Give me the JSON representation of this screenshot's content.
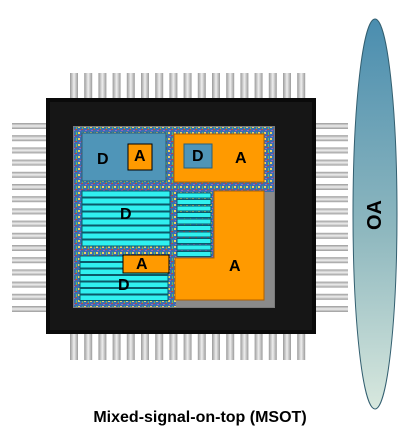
{
  "labels": {
    "d_top_left": "D",
    "a_top_left": "A",
    "d_top_right": "D",
    "a_top_right": "A",
    "d_middle": "D",
    "a_bottom_small": "A",
    "a_large": "A",
    "d_bottom": "D"
  },
  "ellipse_label": "OA",
  "caption": "Mixed-signal-on-top (MSOT)",
  "colors": {
    "digital_block": "#4f95b8",
    "analog_block": "#ff9a00",
    "cyan_rows": "#30f0f0",
    "chip_body": "#000000",
    "pins": "#c8c8c8",
    "ellipse_top": "#4c8fb0",
    "ellipse_bottom": "#d4e6dc"
  }
}
